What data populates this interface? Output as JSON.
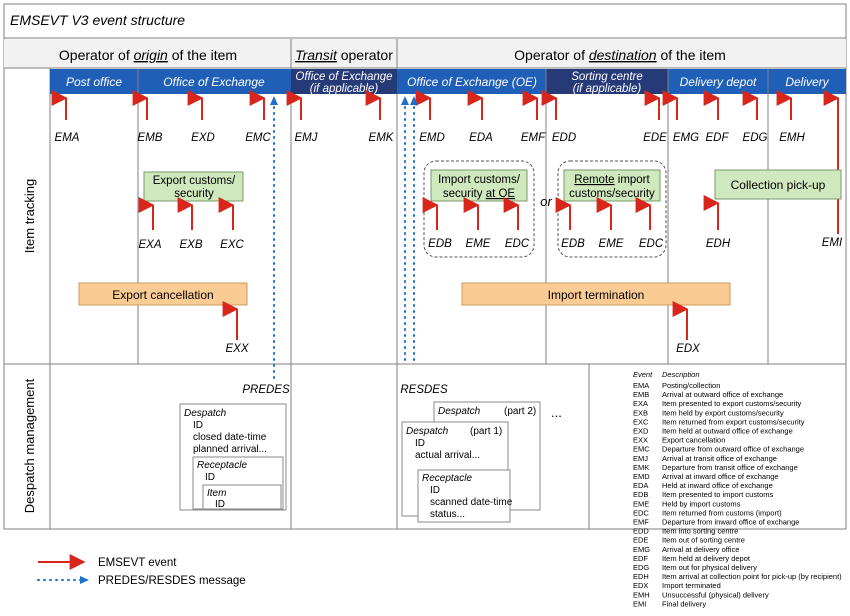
{
  "title": "EMSEVT V3 event structure",
  "header": {
    "origin": {
      "pre": "Operator of ",
      "em": "origin",
      "post": " of the item"
    },
    "transit": {
      "em": "Transit",
      "post": " operator"
    },
    "destination": {
      "pre": "Operator of ",
      "em": "destination",
      "post": " of the item"
    }
  },
  "zones": {
    "post_office": "Post office",
    "ooe": "Office of Exchange",
    "transit_line1": "Office of Exchange",
    "transit_line2": "(if applicable)",
    "ioe": "Office of Exchange (OE)",
    "sorting_line1": "Sorting centre",
    "sorting_line2": "(if applicable)",
    "delivery_depot": "Delivery depot",
    "delivery": "Delivery"
  },
  "row_labels": {
    "tracking": "Item tracking",
    "despatch": "Despatch management"
  },
  "events": {
    "EMA": "EMA",
    "EMB": "EMB",
    "EXD": "EXD",
    "EMC": "EMC",
    "EMJ": "EMJ",
    "EMK": "EMK",
    "EMD": "EMD",
    "EDA": "EDA",
    "EMF": "EMF",
    "EDD": "EDD",
    "EDE": "EDE",
    "EMG": "EMG",
    "EDF": "EDF",
    "EDG": "EDG",
    "EMH": "EMH",
    "EXA": "EXA",
    "EXB": "EXB",
    "EXC": "EXC",
    "EDB1": "EDB",
    "EME1": "EME",
    "EDC1": "EDC",
    "EDB2": "EDB",
    "EME2": "EME",
    "EDC2": "EDC",
    "EDH": "EDH",
    "EMI": "EMI",
    "EXX": "EXX",
    "EDX": "EDX"
  },
  "boxes": {
    "export_customs_1": "Export customs/",
    "export_customs_2": "security",
    "import_customs_1": "Import customs/",
    "import_customs_2_pre": "security ",
    "import_customs_2_u": "at OE",
    "or": "or",
    "remote_1_u": "Remote",
    "remote_1_post": " import",
    "remote_2": "customs/security",
    "collection": "Collection pick-up",
    "export_cancel": "Export cancellation",
    "import_term": "Import termination"
  },
  "predes": {
    "label": "PREDES",
    "despatch": "Despatch",
    "id": "ID",
    "closed": "closed date-time",
    "planned": "planned arrival...",
    "receptacle": "Receptacle",
    "rec_id": "ID",
    "item": "Item",
    "item_id": "ID"
  },
  "resdes": {
    "label": "RESDES",
    "despatch2": "Despatch",
    "part2": "(part 2)",
    "ellipsis": "...",
    "despatch1": "Despatch",
    "part1": "(part 1)",
    "id": "ID",
    "actual": "actual arrival...",
    "receptacle": "Receptacle",
    "rec_id": "ID",
    "scanned": "scanned date-time",
    "status": "status..."
  },
  "legend": {
    "event": "EMSEVT event",
    "message": "PREDES/RESDES message"
  },
  "event_table": {
    "col_event": "Event",
    "col_desc": "Description",
    "rows": [
      {
        "code": "EMA",
        "desc": "Posting/collection"
      },
      {
        "code": "EMB",
        "desc": "Arrival at outward office of exchange"
      },
      {
        "code": "EXA",
        "desc": "Item presented to export customs/security"
      },
      {
        "code": "EXB",
        "desc": "Item held by export customs/security"
      },
      {
        "code": "EXC",
        "desc": "Item returned from export customs/security"
      },
      {
        "code": "EXD",
        "desc": "Item held at outward office of exchange"
      },
      {
        "code": "EXX",
        "desc": "Export cancellation"
      },
      {
        "code": "EMC",
        "desc": "Departure from outward office of exchange"
      },
      {
        "code": "EMJ",
        "desc": "Arrival at transit office of exchange"
      },
      {
        "code": "EMK",
        "desc": "Departure from transit office of exchange"
      },
      {
        "code": "EMD",
        "desc": "Arrival at inward office of exchange"
      },
      {
        "code": "EDA",
        "desc": "Held at inward office of exchange"
      },
      {
        "code": "EDB",
        "desc": "Item presented to import customs"
      },
      {
        "code": "EME",
        "desc": "Held by import customs"
      },
      {
        "code": "EDC",
        "desc": "Item returned from customs (import)"
      },
      {
        "code": "EMF",
        "desc": "Departure from inward office of exchange"
      },
      {
        "code": "EDD",
        "desc": "Item into sorting centre"
      },
      {
        "code": "EDE",
        "desc": "Item out of sorting centre"
      },
      {
        "code": "EMG",
        "desc": "Arrival at delivery office"
      },
      {
        "code": "EDF",
        "desc": "Item held at delivery depot"
      },
      {
        "code": "EDG",
        "desc": "Item out for physical delivery"
      },
      {
        "code": "EDH",
        "desc": "Item arrival at collection point for pick-up (by recipient)"
      },
      {
        "code": "EDX",
        "desc": "Import terminated"
      },
      {
        "code": "EMH",
        "desc": "Unsuccessful (physical) delivery"
      },
      {
        "code": "EMI",
        "desc": "Final delivery"
      }
    ]
  },
  "colors": {
    "blue_bar": "#1f5fb8",
    "navy_bar": "#263a78",
    "red_arrow": "#d9261c",
    "dotted_blue": "#1f6fc8",
    "green_box": "#cfe8bd",
    "orange_box": "#fbcb94",
    "header_grey": "#f2f2f2"
  }
}
